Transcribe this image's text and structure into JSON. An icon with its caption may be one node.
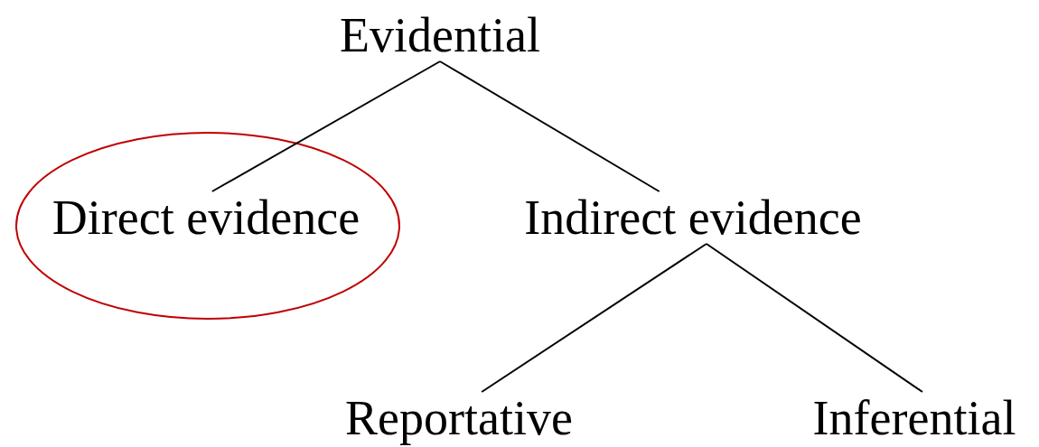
{
  "diagram": {
    "nodes": [
      {
        "text": [
          "Evidential"
        ]
      },
      {
        "text": [
          "Direct evidence"
        ]
      },
      {
        "text": [
          "Indirect evidence"
        ]
      },
      {
        "text": [
          "Reportative"
        ]
      },
      {
        "text": [
          "Inferential"
        ]
      }
    ],
    "edges": [
      {
        "from": 0,
        "to": 1,
        "arrow": "none"
      },
      {
        "from": 0,
        "to": 2,
        "arrow": "none"
      },
      {
        "from": 2,
        "to": 3,
        "arrow": "none"
      },
      {
        "from": 2,
        "to": 4,
        "arrow": "none"
      }
    ]
  }
}
